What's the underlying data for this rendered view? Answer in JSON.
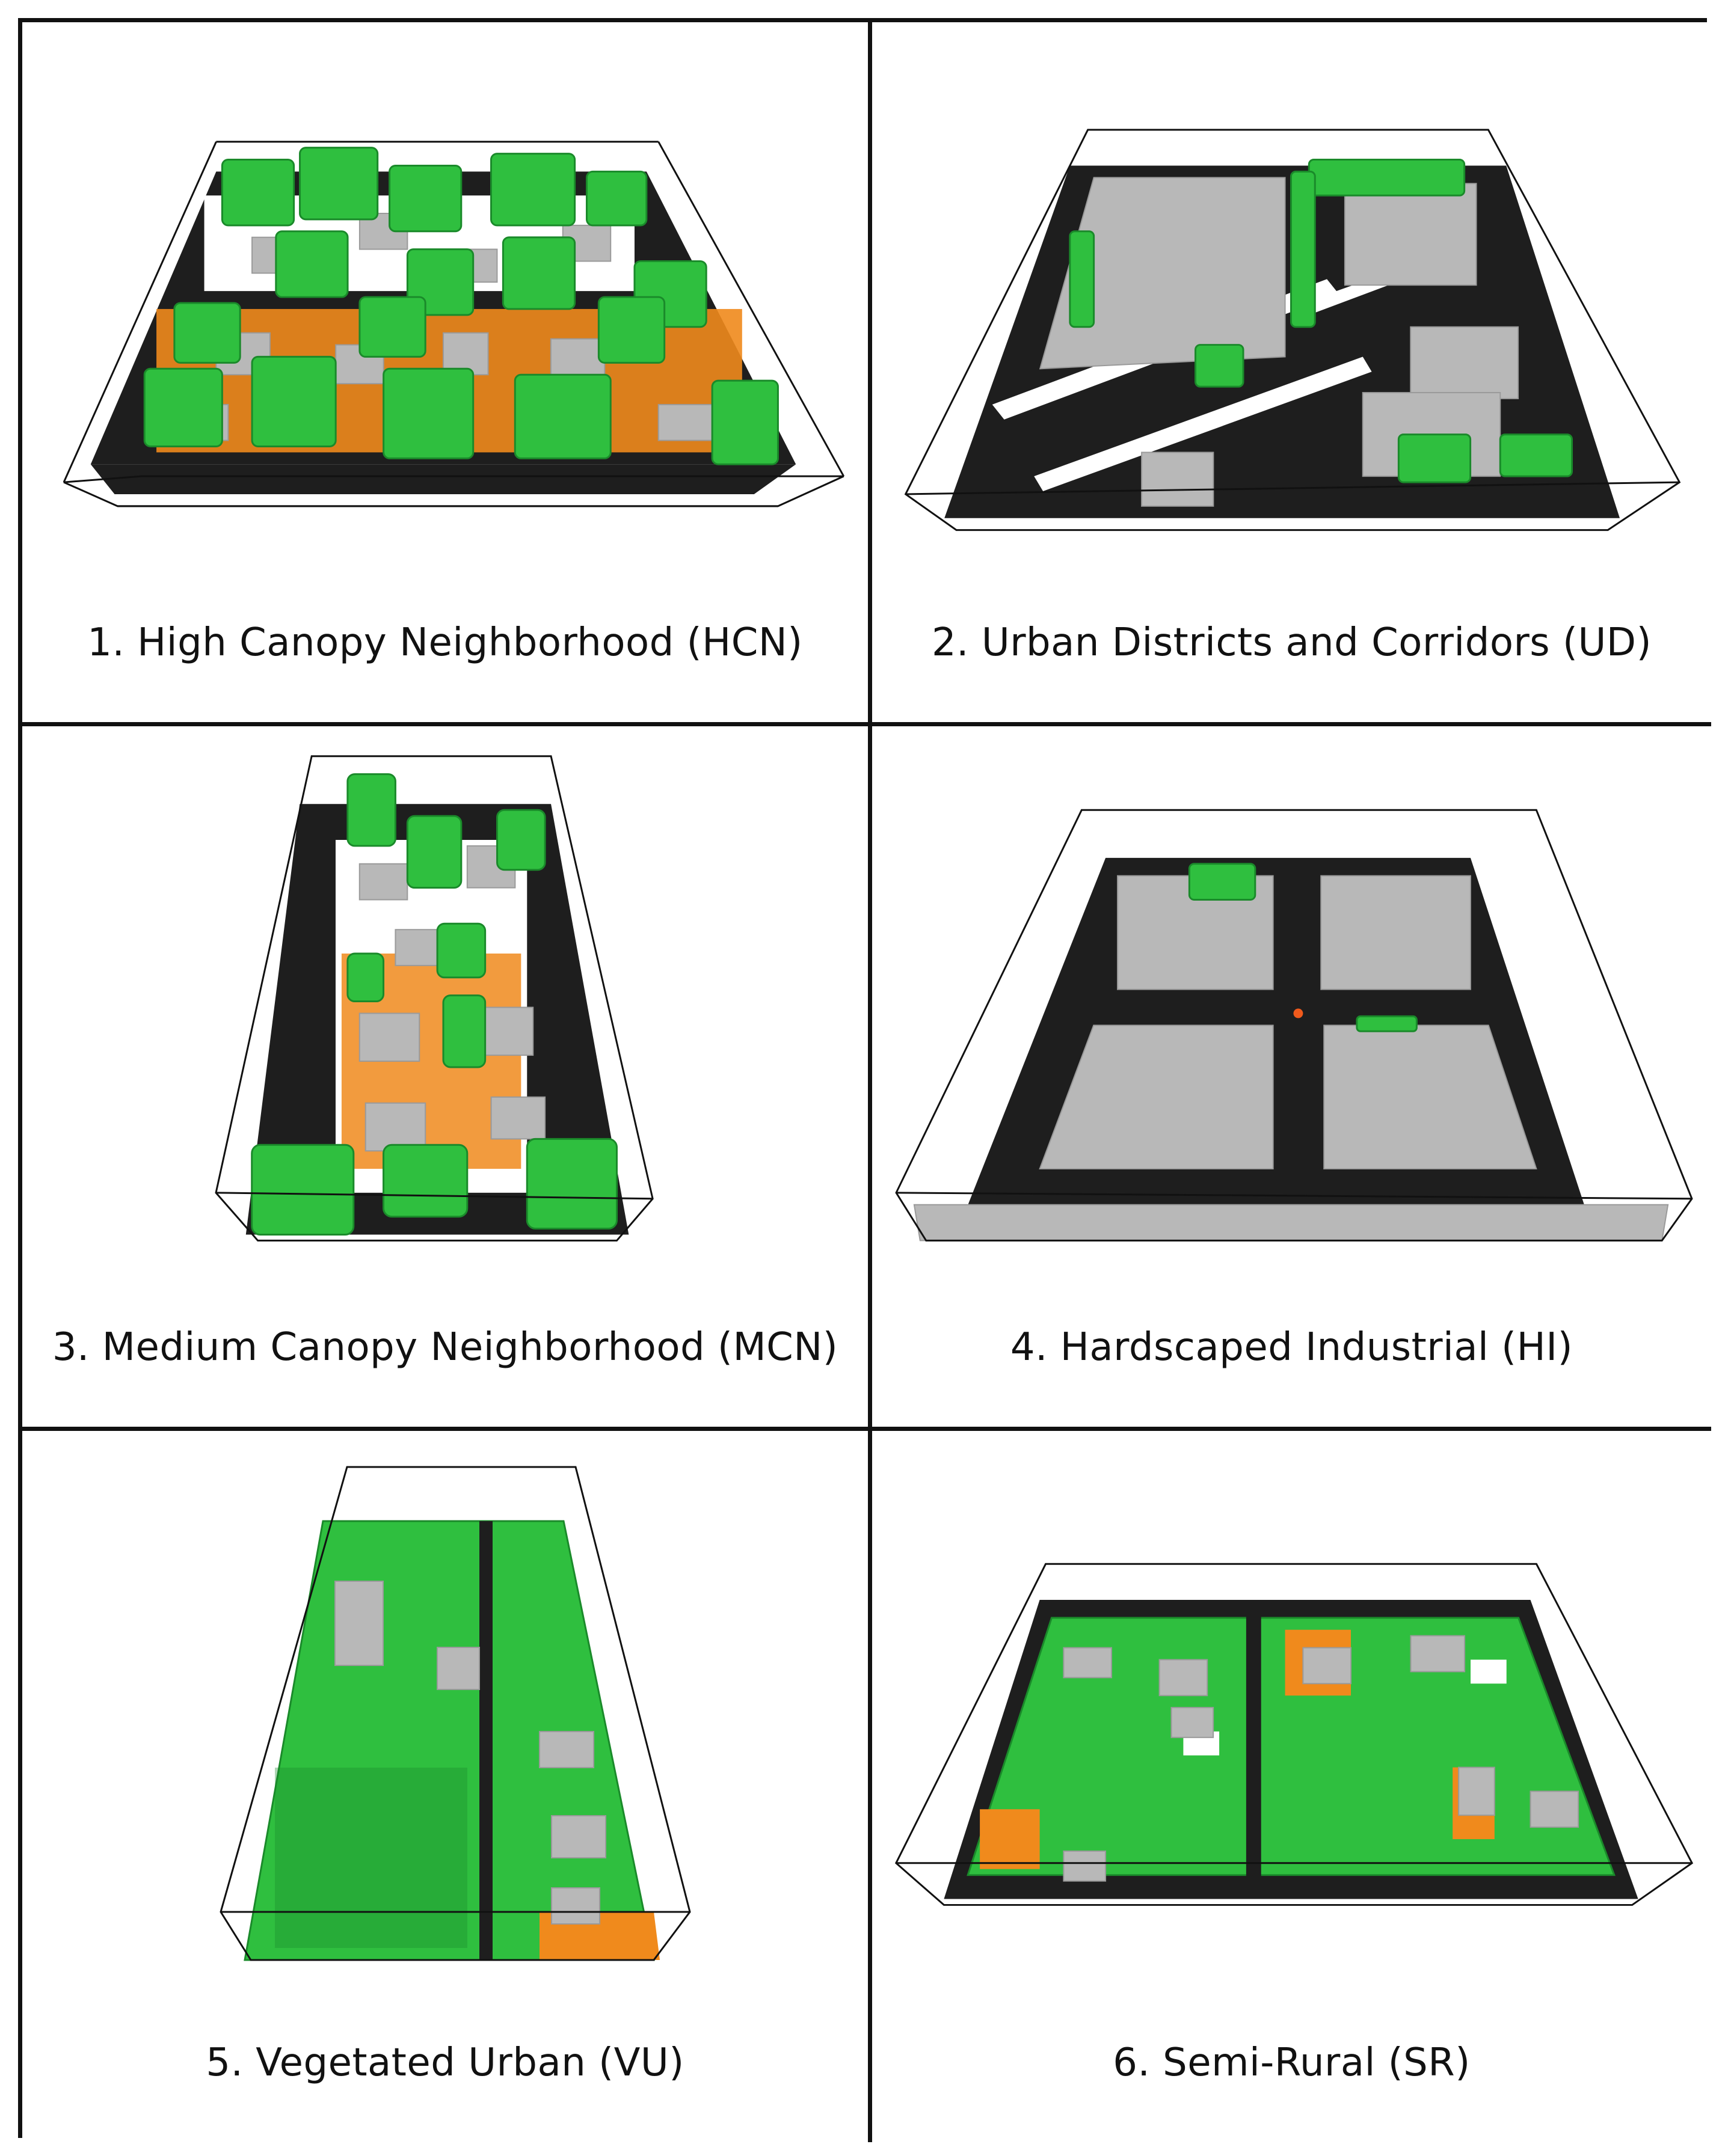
{
  "panels": [
    {
      "id": "hcn",
      "caption": "1. High Canopy Neighborhood (HCN)"
    },
    {
      "id": "ud",
      "caption": "2. Urban Districts and Corridors (UD)"
    },
    {
      "id": "mcn",
      "caption": "3. Medium Canopy Neighborhood (MCN)"
    },
    {
      "id": "hi",
      "caption": "4. Hardscaped Industrial (HI)"
    },
    {
      "id": "vu",
      "caption": "5. Vegetated Urban (VU)"
    },
    {
      "id": "sr",
      "caption": "6. Semi-Rural (SR)"
    }
  ],
  "colors": {
    "road": "#1e1e1e",
    "building": "#b8b8b8",
    "tree": "#2fbf3f",
    "tree_dark": "#1a8a2a",
    "paved_orange": "#f08a1c",
    "sidewalk": "#ffffff",
    "frame": "#111111"
  }
}
